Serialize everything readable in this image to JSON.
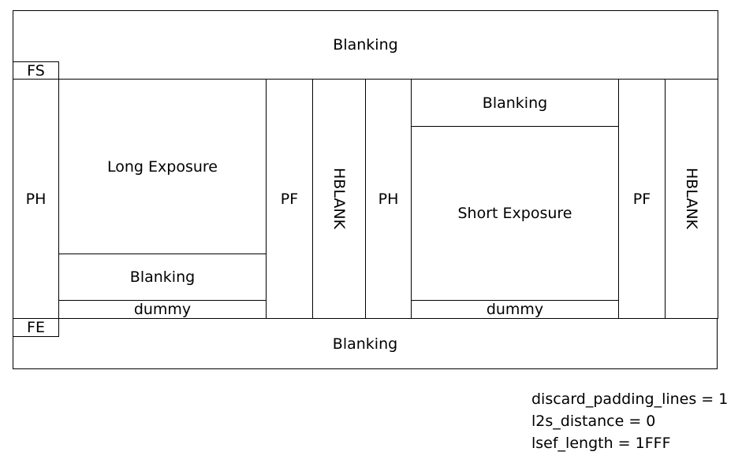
{
  "diagram": {
    "top_blanking": "Blanking",
    "fs": "FS",
    "fe": "FE",
    "bottom_blanking": "Blanking",
    "long_frame": {
      "ph": "PH",
      "exposure": "Long Exposure",
      "blanking": "Blanking",
      "dummy": "dummy",
      "pf": "PF",
      "hblank": "HBLANK"
    },
    "short_frame": {
      "ph": "PH",
      "blanking": "Blanking",
      "exposure": "Short Exposure",
      "dummy": "dummy",
      "pf": "PF",
      "hblank": "HBLANK"
    }
  },
  "notes": [
    "discard_padding_lines = 1",
    "l2s_distance = 0",
    "lsef_length = 1FFF"
  ]
}
